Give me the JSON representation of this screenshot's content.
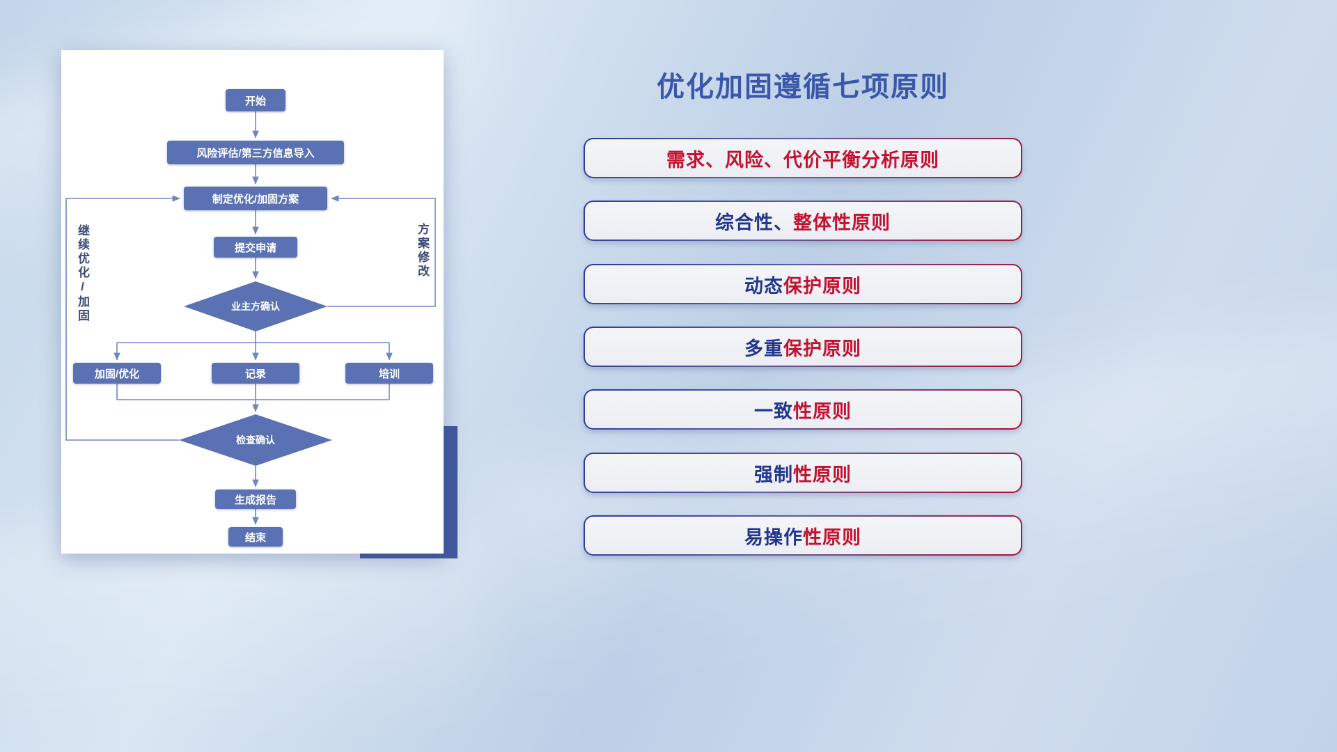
{
  "flowchart": {
    "nodes": {
      "start": "开始",
      "risk": "风险评估/第三方信息导入",
      "plan": "制定优化/加固方案",
      "submit": "提交申请",
      "owner_confirm": "业主方确认",
      "reinforce": "加固/优化",
      "record": "记录",
      "training": "培训",
      "check_confirm": "检查确认",
      "report": "生成报告",
      "end": "结束"
    },
    "side_labels": {
      "left": "继续优化/加固",
      "right": "方案修改"
    }
  },
  "panel": {
    "title": "优化加固遵循七项原则",
    "principles": [
      {
        "blue": "",
        "red": "需求、风险、代价平衡分析原则"
      },
      {
        "blue": "综合性、",
        "red": "整体性原则"
      },
      {
        "blue": "动态",
        "red": "保护原则"
      },
      {
        "blue": "多重",
        "red": "保护原则"
      },
      {
        "blue": "一致",
        "red": "性原则"
      },
      {
        "blue": "强制",
        "red": "性原则"
      },
      {
        "blue": "易操作",
        "red": "性原则"
      }
    ]
  },
  "colors": {
    "node_fill": "#5a72b3",
    "connector": "#6e87c1",
    "title_blue": "#3a57a9",
    "accent_red": "#c2122f",
    "accent_blue": "#23368e",
    "background_light_blue": "#cfdcee"
  }
}
